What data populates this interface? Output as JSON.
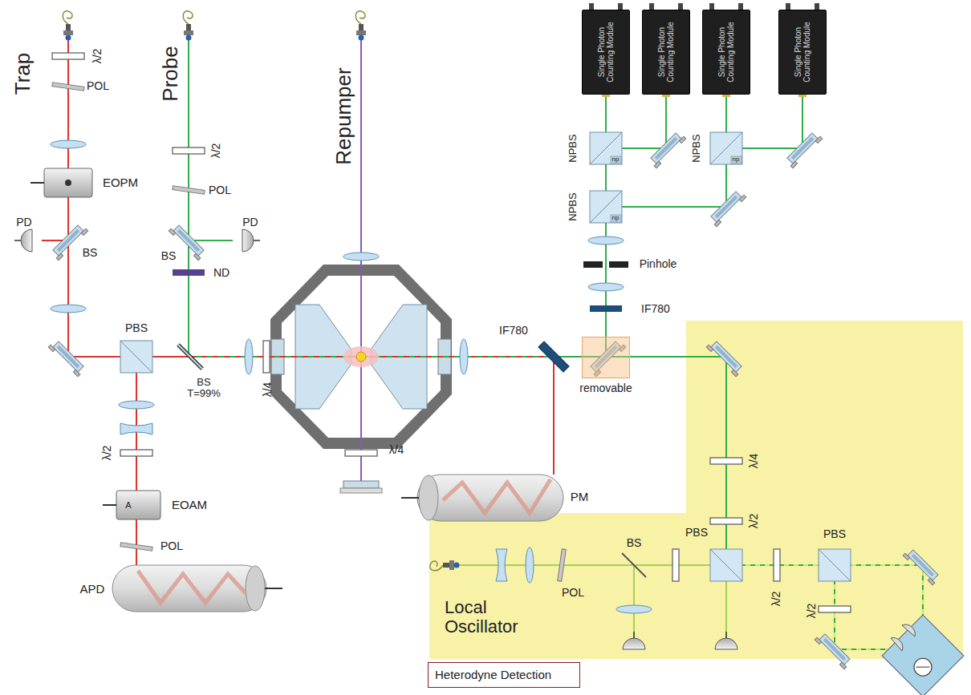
{
  "diagram": {
    "nodes": [
      {
        "text": [
          "Single Photon Counting Module"
        ]
      },
      {
        "text": [
          "Single Photon Counting Module"
        ]
      },
      {
        "text": [
          "Single Photon Counting Module"
        ]
      },
      {
        "text": [
          "Single Photon Counting Module"
        ]
      },
      {
        "text": [
          "removable"
        ]
      },
      {
        "text": [
          "Heterodyne Detection"
        ]
      }
    ],
    "labels": [
      "Trap",
      "λ/2",
      "POL",
      "EOPM",
      "PD",
      "BS",
      "PBS",
      "Probe",
      "λ/2",
      "POL",
      "PD",
      "BS",
      "ND",
      "BS T=99%",
      "λ/4",
      "Repumper",
      "λ/4",
      "IF780",
      "PM",
      "NPBS",
      "np",
      "NPBS",
      "np",
      "NPBS",
      "np",
      "Pinhole",
      "IF780",
      "λ/4",
      "λ/2",
      "Local Oscillator",
      "POL",
      "BS",
      "PBS",
      "λ/2",
      "PBS",
      "λ/2",
      "APD",
      "EOAM",
      "A",
      "λ/2",
      "POL"
    ]
  }
}
